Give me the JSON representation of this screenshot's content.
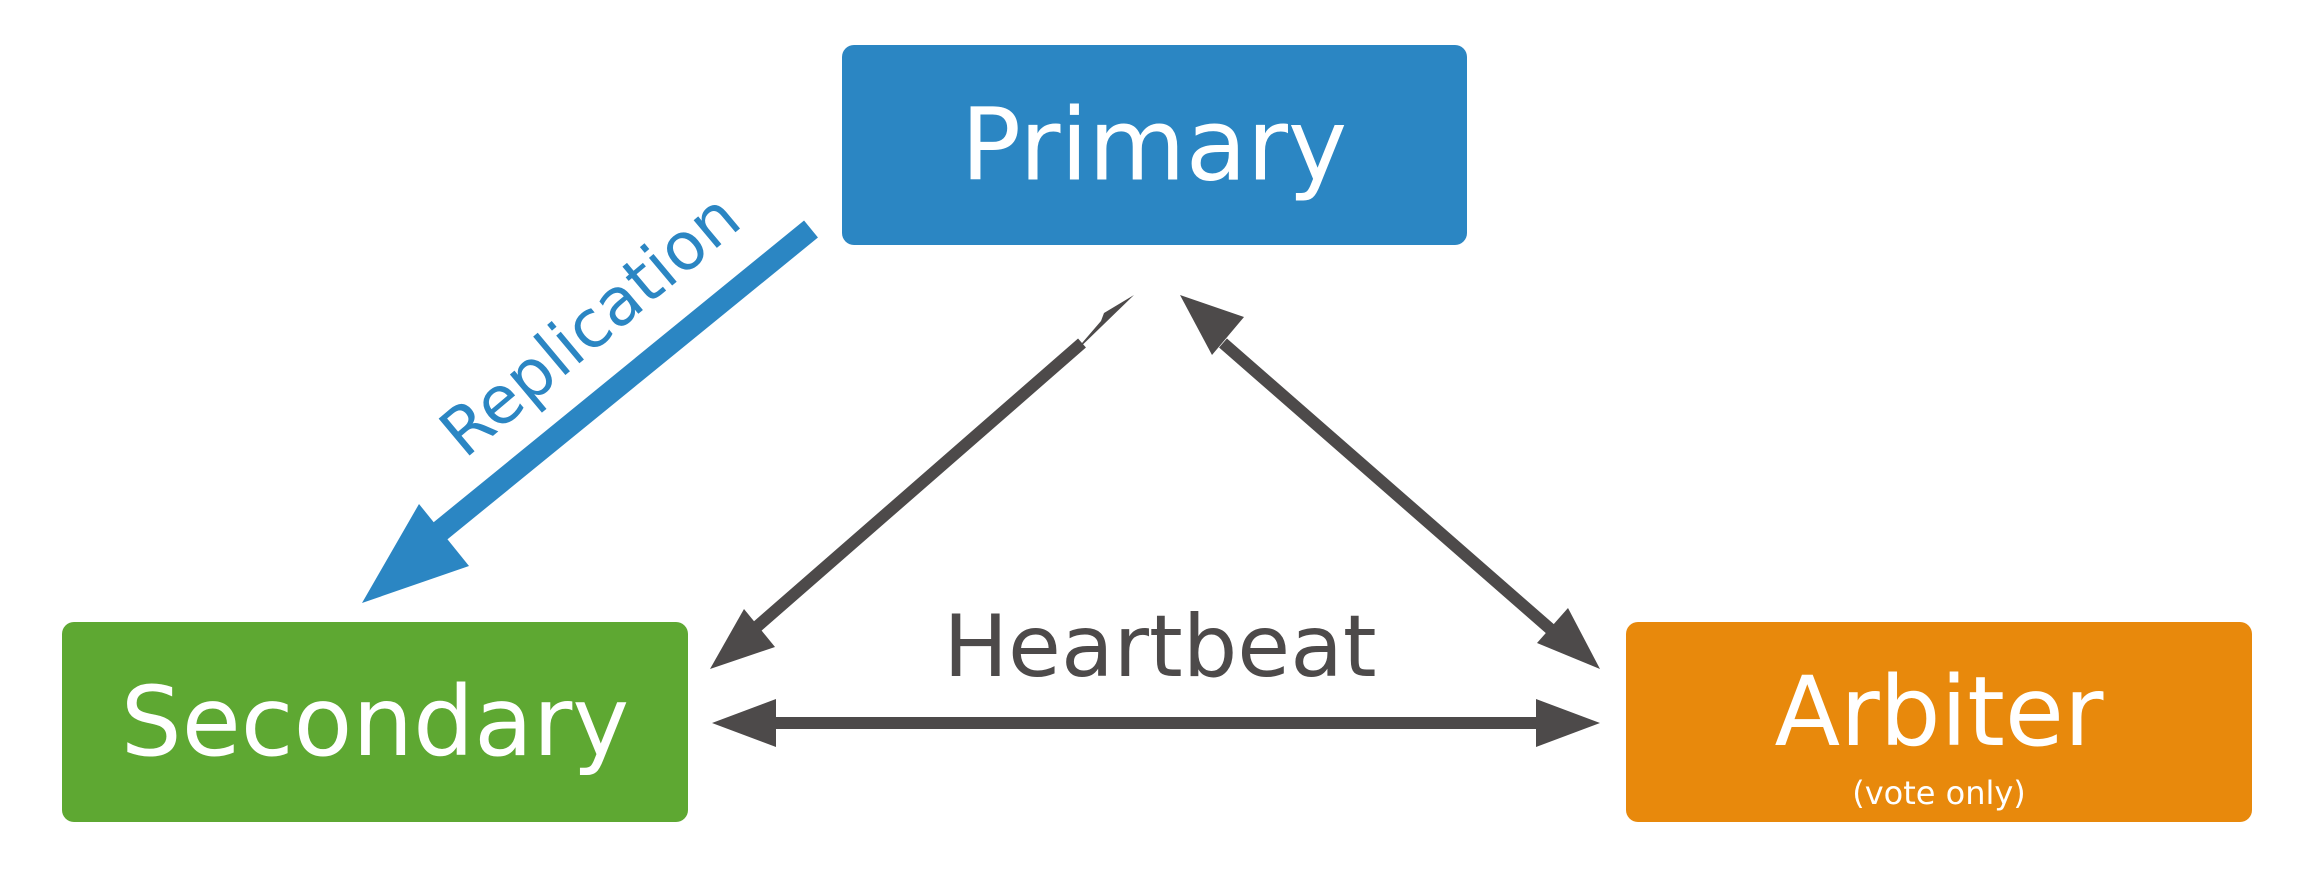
{
  "nodes": {
    "primary": {
      "label": "Primary"
    },
    "secondary": {
      "label": "Secondary"
    },
    "arbiter": {
      "label": "Arbiter",
      "sublabel": "(vote only)"
    }
  },
  "edges": {
    "replication": {
      "label": "Replication"
    },
    "heartbeat": {
      "label": "Heartbeat"
    }
  },
  "colors": {
    "primary": "#2b86c3",
    "secondary": "#5ea832",
    "arbiter": "#e8890c",
    "heartbeat_arrow": "#4d4a4a",
    "replication_arrow": "#2b86c3",
    "node_text": "#ffffff"
  }
}
